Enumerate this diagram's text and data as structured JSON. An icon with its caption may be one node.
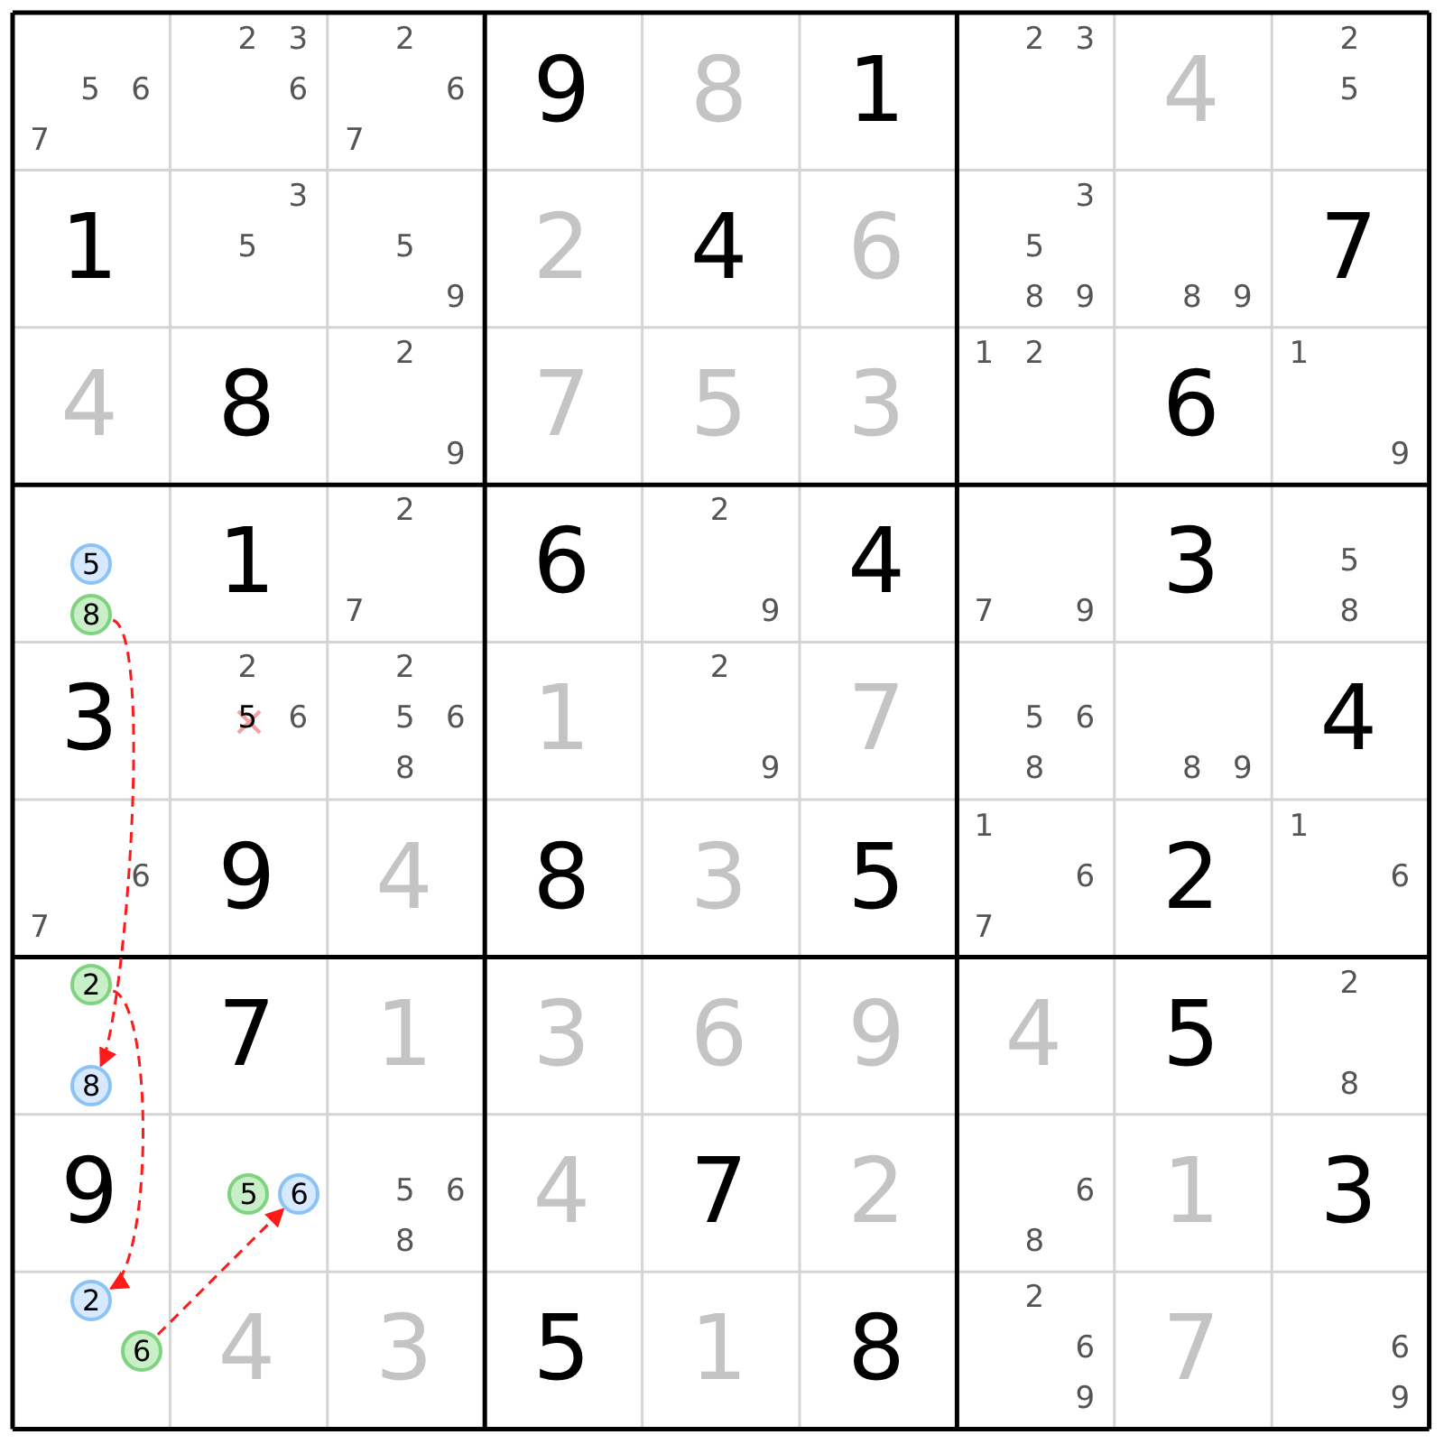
{
  "diagram": {
    "nodes": [
      {
        "text": [
          "5"
        ]
      },
      {
        "text": [
          "8"
        ]
      },
      {
        "text": [
          "2"
        ]
      },
      {
        "text": [
          "8"
        ]
      },
      {
        "text": [
          "5"
        ]
      },
      {
        "text": [
          "6"
        ]
      },
      {
        "text": [
          "2"
        ]
      },
      {
        "text": [
          "6"
        ]
      }
    ],
    "edges": [
      {
        "from": 1,
        "to": 3,
        "arrow": "to",
        "style": "dashed"
      },
      {
        "from": 2,
        "to": 6,
        "arrow": "to",
        "style": "dashed"
      },
      {
        "from": 7,
        "to": 5,
        "arrow": "to",
        "style": "dashed"
      }
    ],
    "labels": [
      "5",
      "6",
      "7",
      "2",
      "3",
      "6",
      "2",
      "6",
      "7",
      "9",
      "8",
      "1",
      "2",
      "3",
      "4",
      "2",
      "5",
      "1",
      "3",
      "5",
      "5",
      "9",
      "2",
      "4",
      "6",
      "3",
      "5",
      "8",
      "9",
      "8",
      "9",
      "7",
      "4",
      "8",
      "2",
      "9",
      "7",
      "5",
      "3",
      "1",
      "2",
      "6",
      "1",
      "9",
      "1",
      "2",
      "7",
      "6",
      "2",
      "9",
      "4",
      "7",
      "9",
      "3",
      "5",
      "8",
      "3",
      "2",
      "5",
      "6",
      "2",
      "5",
      "6",
      "8",
      "1",
      "2",
      "9",
      "7",
      "5",
      "6",
      "8",
      "8",
      "9",
      "4",
      "6",
      "7",
      "9",
      "4",
      "8",
      "3",
      "5",
      "1",
      "6",
      "7",
      "2",
      "1",
      "6",
      "7",
      "1",
      "3",
      "6",
      "9",
      "4",
      "5",
      "2",
      "8",
      "9",
      "5",
      "6",
      "8",
      "4",
      "7",
      "2",
      "6",
      "8",
      "1",
      "3",
      "4",
      "3",
      "5",
      "1",
      "8",
      "2",
      "6",
      "9",
      "7",
      "6",
      "9"
    ]
  }
}
